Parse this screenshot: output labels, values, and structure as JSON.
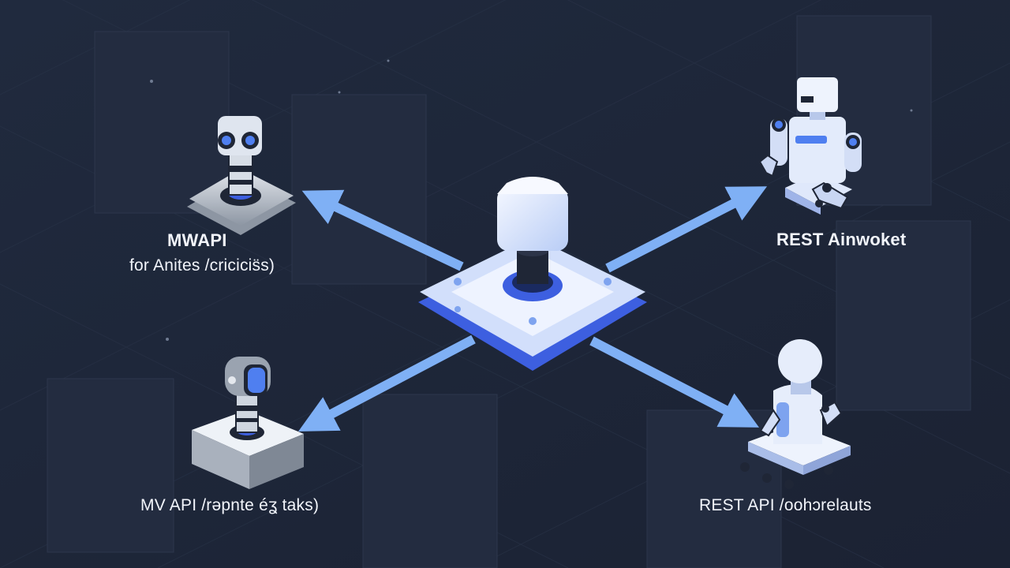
{
  "labels": {
    "top_left_line1": "MWAPI",
    "top_left_line2": "for Anites /cricicis̈s)",
    "top_right": "REST Ainwoket",
    "bottom_left": "MV API /rəpnte éʓ taks)",
    "bottom_right": "REST API /oohɔrelauts"
  },
  "colors": {
    "background": "#1e2638",
    "arrow": "#7fb0f5",
    "hub_blue": "#3d5fe0",
    "hub_light": "#e6eefc"
  },
  "icons": {
    "hub": "central-joystick-hub",
    "top_left": "robot-sensor-on-base",
    "bottom_left": "robot-sensor-on-box",
    "top_right": "humanoid-robot",
    "bottom_right": "wheeled-robot"
  }
}
